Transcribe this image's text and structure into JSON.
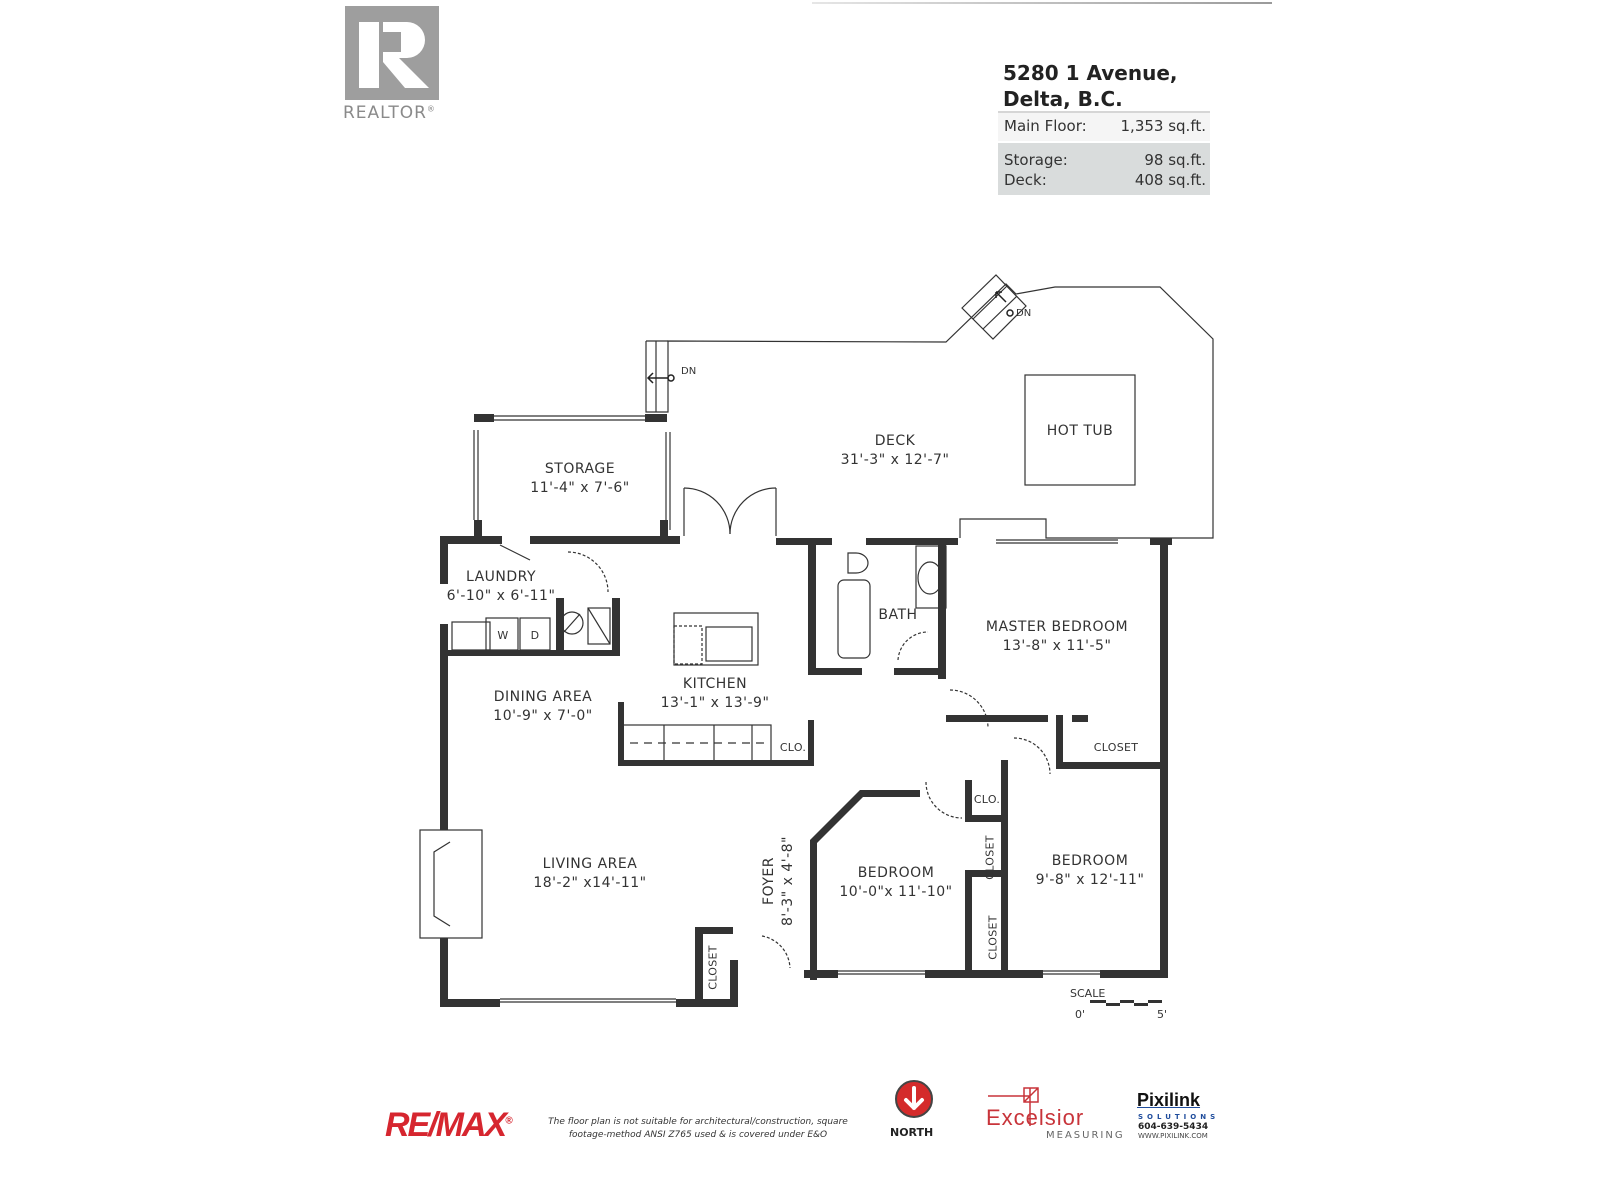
{
  "header": {
    "brand_logo": "REALTOR",
    "address_line1": "5280 1 Avenue,",
    "address_line2": "Delta, B.C.",
    "areas": [
      {
        "label": "Main Floor:",
        "value": "1,353 sq.ft."
      },
      {
        "label": "Storage:",
        "value": "98 sq.ft."
      },
      {
        "label": "Deck:",
        "value": "408 sq.ft."
      }
    ]
  },
  "plan": {
    "rooms": {
      "storage": {
        "name": "STORAGE",
        "dims": "11'-4\" x 7'-6\""
      },
      "deck": {
        "name": "DECK",
        "dims": "31'-3\" x 12'-7\""
      },
      "hot_tub": {
        "name": "HOT TUB"
      },
      "laundry": {
        "name": "LAUNDRY",
        "dims": "6'-10\" x 6'-11\""
      },
      "kitchen": {
        "name": "KITCHEN",
        "dims": "13'-1\" x 13'-9\""
      },
      "bath": {
        "name": "BATH"
      },
      "master_bedroom": {
        "name": "MASTER BEDROOM",
        "dims": "13'-8\" x 11'-5\""
      },
      "dining": {
        "name": "DINING AREA",
        "dims": "10'-9\" x 7'-0\""
      },
      "living": {
        "name": "LIVING AREA",
        "dims": "18'-2\" x14'-11\""
      },
      "foyer": {
        "name": "FOYER",
        "dims": "8'-3\" x 4'-8\""
      },
      "bedroom2": {
        "name": "BEDROOM",
        "dims": "10'-0\"x 11'-10\""
      },
      "bedroom3": {
        "name": "BEDROOM",
        "dims": "9'-8\" x 12'-11\""
      }
    },
    "labels": {
      "clo_kitchen": "CLO.",
      "closet_master": "CLOSET",
      "clo_hall": "CLO.",
      "closet_bed2": "CLOSET",
      "closet_bed3": "CLOSET",
      "closet_foyer": "CLOSET",
      "washer": "W",
      "dryer": "D",
      "dn1": "DN",
      "dn2": "DN"
    },
    "scale": {
      "label": "SCALE",
      "start": "0'",
      "end": "5'"
    }
  },
  "footer": {
    "remax_logo": "RE/MAX",
    "disclaimer_line1": "The floor plan is not suitable for architectural/construction, square",
    "disclaimer_line2": "footage-method ANSI Z765 used & is covered under E&O",
    "north_label": "NORTH",
    "excelsior_word": "Excelsior",
    "excelsior_sub": "MEASURING",
    "pixilink_word": "Pixilink",
    "pixilink_sub": "SOLUTIONS",
    "pixilink_phone": "604-639-5434",
    "pixilink_web": "WWW.PIXILINK.COM"
  }
}
